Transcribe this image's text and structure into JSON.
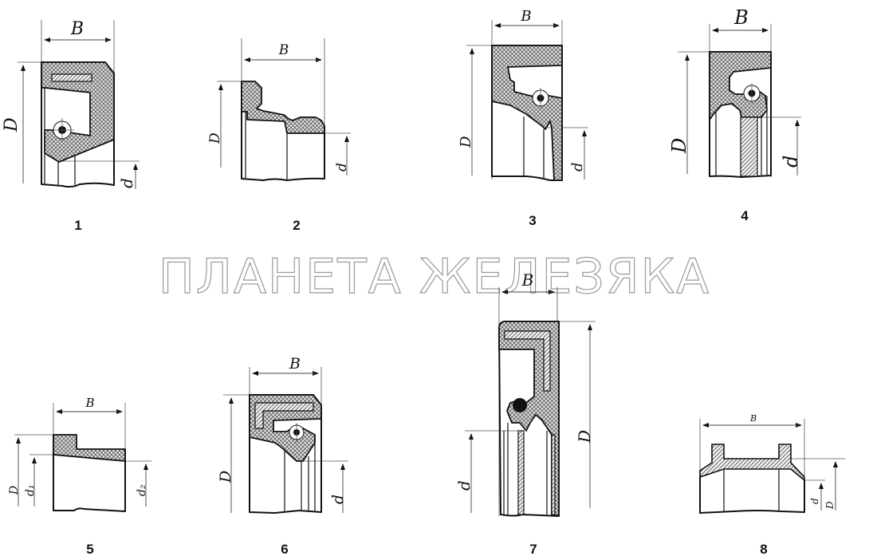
{
  "watermark": "ПЛАНЕТА ЖЕЛЕЗЯКА",
  "colors": {
    "line": "#111111",
    "hatch": "#555555",
    "watermark": "#9a9a9a"
  },
  "figures": [
    {
      "number": "1",
      "labels": {
        "B": "B",
        "D": "D",
        "d": "d"
      }
    },
    {
      "number": "2",
      "labels": {
        "B": "B",
        "D": "D",
        "d": "d"
      }
    },
    {
      "number": "3",
      "labels": {
        "B": "B",
        "D": "D",
        "d": "d"
      }
    },
    {
      "number": "4",
      "labels": {
        "B": "B",
        "D": "D",
        "d": "d"
      }
    },
    {
      "number": "5",
      "labels": {
        "B": "B",
        "D": "D",
        "d1": "d₁",
        "d2": "d₂"
      }
    },
    {
      "number": "6",
      "labels": {
        "B": "B",
        "D": "D",
        "d": "d"
      }
    },
    {
      "number": "7",
      "labels": {
        "B": "B",
        "D": "D",
        "d": "d"
      }
    },
    {
      "number": "8",
      "labels": {
        "B": "B",
        "D": "D",
        "d": "d"
      }
    }
  ]
}
